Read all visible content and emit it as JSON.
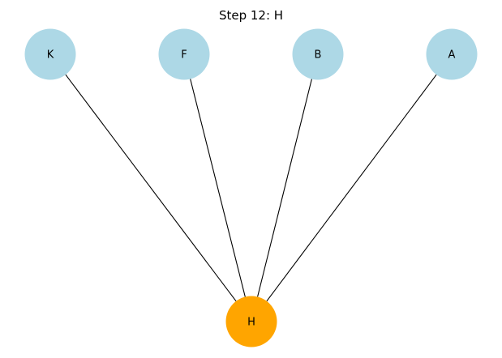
{
  "title": "Step 12: H",
  "colors": {
    "node_default": "#add8e6",
    "node_highlight": "#ffa500",
    "edge": "#000000",
    "background": "#ffffff"
  },
  "nodes": [
    {
      "id": "K",
      "label": "K",
      "highlighted": false
    },
    {
      "id": "F",
      "label": "F",
      "highlighted": false
    },
    {
      "id": "B",
      "label": "B",
      "highlighted": false
    },
    {
      "id": "A",
      "label": "A",
      "highlighted": false
    },
    {
      "id": "H",
      "label": "H",
      "highlighted": true
    }
  ],
  "edges": [
    {
      "from": "H",
      "to": "K"
    },
    {
      "from": "H",
      "to": "F"
    },
    {
      "from": "H",
      "to": "B"
    },
    {
      "from": "H",
      "to": "A"
    }
  ]
}
